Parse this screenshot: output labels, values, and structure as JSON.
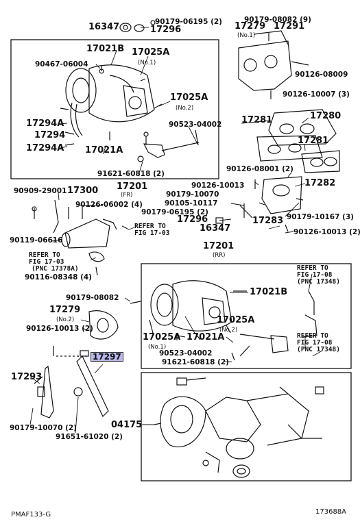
{
  "diagram": {
    "top_row": [
      "16347",
      "90179-06195 (2)",
      "90179-08082 (9)",
      "17296"
    ],
    "turbo_fr": {
      "p17021B": "17021B",
      "p17025A_1": "17025A",
      "p17025A_1_note": "(No.1)",
      "p90467": "90467-06004",
      "p17025A_2": "17025A",
      "p17025A_2_note": "(No.2)",
      "p17294A_a": "17294A",
      "p17294": "17294",
      "p17294A_b": "17294A",
      "p17021A": "17021A",
      "p90523": "90523-04002",
      "p91621": "91621-60818 (2)",
      "p17201": "17201",
      "p17201_note": "(FR)"
    },
    "manifold": {
      "p17279": "17279",
      "p17279_note": "(No.1)",
      "p17291": "17291",
      "p90126_08009": "90126-08009",
      "p90126_10007": "90126-10007 (3)",
      "p17281a": "17281",
      "p17280": "17280",
      "p17281b": "17281",
      "p90126_08001": "90126-08001 (2)",
      "p90126_10013a": "90126-10013",
      "p17282": "17282",
      "p90179_10070": "90179-10070",
      "p90105": "90105-10117",
      "p90179_06195": "90179-06195 (2)",
      "p17296": "17296",
      "p16347": "16347",
      "p17283": "17283",
      "p90179_10167": "90179-10167 (3)",
      "p90126_10013b": "90126-10013 (2)"
    },
    "left": {
      "p90909": "90909-29001",
      "p17300": "17300",
      "p90126_06002": "90126-06002 (4)",
      "p90119": "90119-06616",
      "refer1": "REFER TO",
      "refer1_fig": "FIG 17-03",
      "refer2": "REFER TO",
      "refer2_fig": "FIG 17-03",
      "refer2_pnc": "(PNC 17378A)",
      "p90116": "90116-08348 (4)"
    },
    "turbo_rr": {
      "p17201": "17201",
      "p17201_note": "(RR)",
      "p90179_08082": "90179-08082",
      "p17021B": "17021B",
      "p17025A_2": "17025A",
      "p17025A_2_note": "(No.2)",
      "p17025A_1": "17025A",
      "p17025A_1_note": "(No.1)",
      "p17021A": "17021A",
      "p90523": "90523-04002",
      "p91621": "91621-60818 (2)",
      "refer3": "REFER TO",
      "refer3_fig": "FIG 17-08",
      "refer3_pnc": "(PNC 17348)",
      "refer4": "REFER TO",
      "refer4_fig": "FIG 17-08",
      "refer4_pnc": "(PNC 17348)"
    },
    "bracket": {
      "p17279": "17279",
      "p17279_note": "(No.2)",
      "p90126_10013": "90126-10013 (2)",
      "p17297": "17297",
      "p17293": "17293",
      "p90179_10070": "90179-10070 (2)",
      "p91651": "91651-61020 (2)",
      "p04175": "04175"
    },
    "footer": {
      "left": "PMAF133-G",
      "right": "173688A"
    }
  }
}
